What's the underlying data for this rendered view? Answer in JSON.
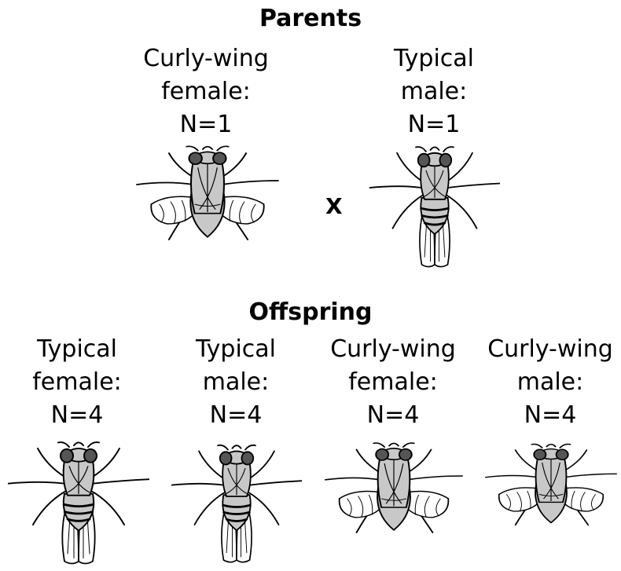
{
  "parents": {
    "heading": "Parents",
    "cross_symbol": "X",
    "individuals": [
      {
        "line1": "Curly-wing",
        "line2": "female:",
        "count": "N=1"
      },
      {
        "line1": "Typical",
        "line2": "male:",
        "count": "N=1"
      }
    ]
  },
  "offspring": {
    "heading": "Offspring",
    "individuals": [
      {
        "line1": "Typical",
        "line2": "female:",
        "count": "N=4"
      },
      {
        "line1": "Typical",
        "line2": "male:",
        "count": "N=4"
      },
      {
        "line1": "Curly-wing",
        "line2": "female:",
        "count": "N=4"
      },
      {
        "line1": "Curly-wing",
        "line2": "male:",
        "count": "N=4"
      }
    ]
  }
}
